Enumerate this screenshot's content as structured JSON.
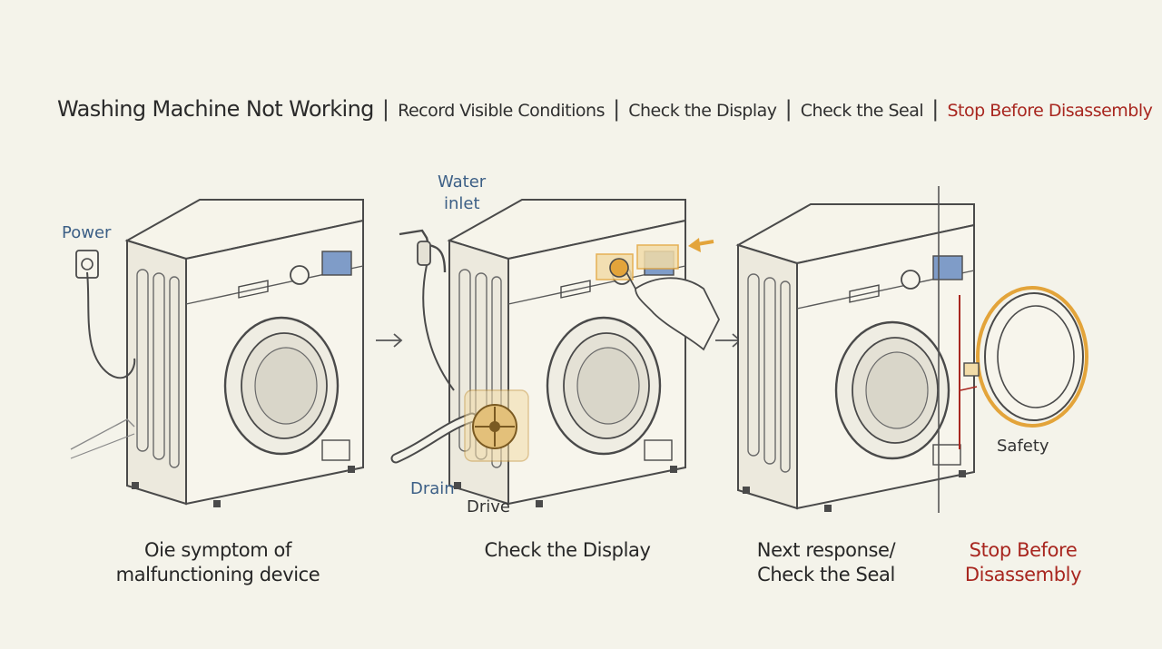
{
  "header": {
    "title": "Washing Machine Not Working",
    "steps": [
      "Record Visible Conditions",
      "Check the Display",
      "Check the Seal"
    ],
    "warning_step": "Stop Before Disassembly"
  },
  "labels": {
    "power": "Power",
    "water_inlet_line1": "Water",
    "water_inlet_line2": "inlet",
    "drain": "Drain",
    "drive": "Drive",
    "safety": "Safety"
  },
  "captions": {
    "panel1_line1": "Oie symptom of",
    "panel1_line2": "malfunctioning device",
    "panel2": "Check the Display",
    "panel3_line1": "Next response/",
    "panel3_line2": "Check the Seal",
    "panel4_line1": "Stop Before",
    "panel4_line2": "Disassembly"
  },
  "colors": {
    "background": "#f4f3ea",
    "line": "#4a4a4a",
    "label_blue": "#3c5f86",
    "warning_red": "#a8261f",
    "highlight_orange": "#e3a43a",
    "display_blue": "#7f9cc8"
  }
}
